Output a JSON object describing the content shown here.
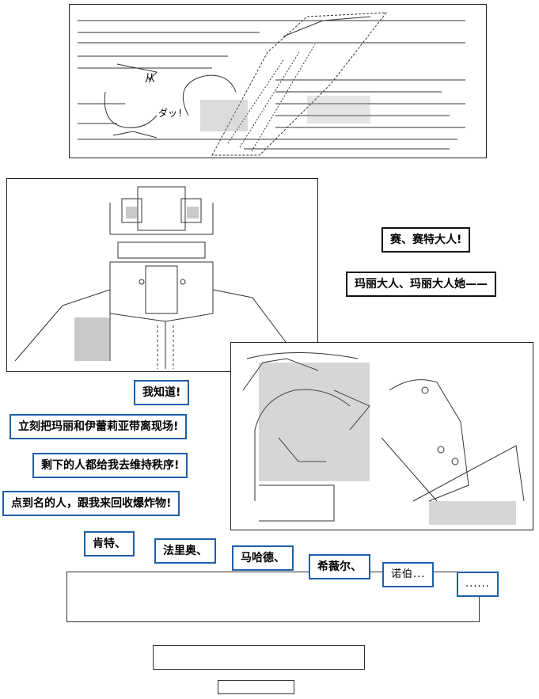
{
  "panel1": {
    "sfx_from": "从",
    "sfx_dash": "ダッ!"
  },
  "speech": {
    "line1": "赛、赛特大人!",
    "line2": "玛丽大人、玛丽大人她——",
    "line3": "我知道!",
    "line4": "立刻把玛丽和伊蕾莉亚带离现场!",
    "line5": "剩下的人都给我去维持秩序!",
    "line6": "点到名的人，跟我来回收爆炸物!",
    "names": [
      "肯特、",
      "法里奥、",
      "马哈德、",
      "希薇尔、",
      "诺伯...",
      "......"
    ]
  },
  "colors": {
    "bubble_border": "#1f5fa8",
    "ink": "#222222"
  }
}
